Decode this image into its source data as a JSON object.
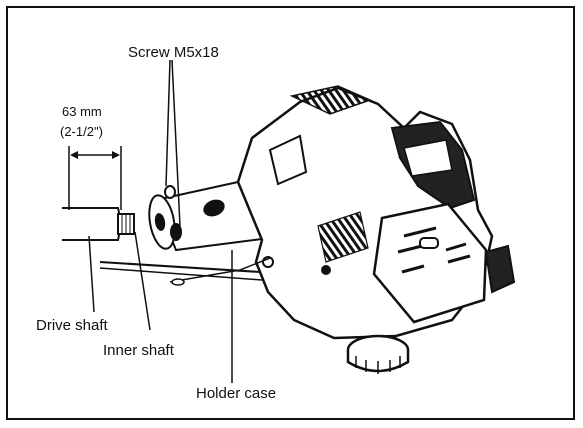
{
  "labels": {
    "screw": "Screw M5x18",
    "dimension_mm": "63 mm",
    "dimension_in": "(2-1/2\")",
    "drive_shaft": "Drive shaft",
    "inner_shaft": "Inner shaft",
    "holder_case": "Holder case"
  },
  "colors": {
    "line": "#111111",
    "background": "#ffffff"
  }
}
